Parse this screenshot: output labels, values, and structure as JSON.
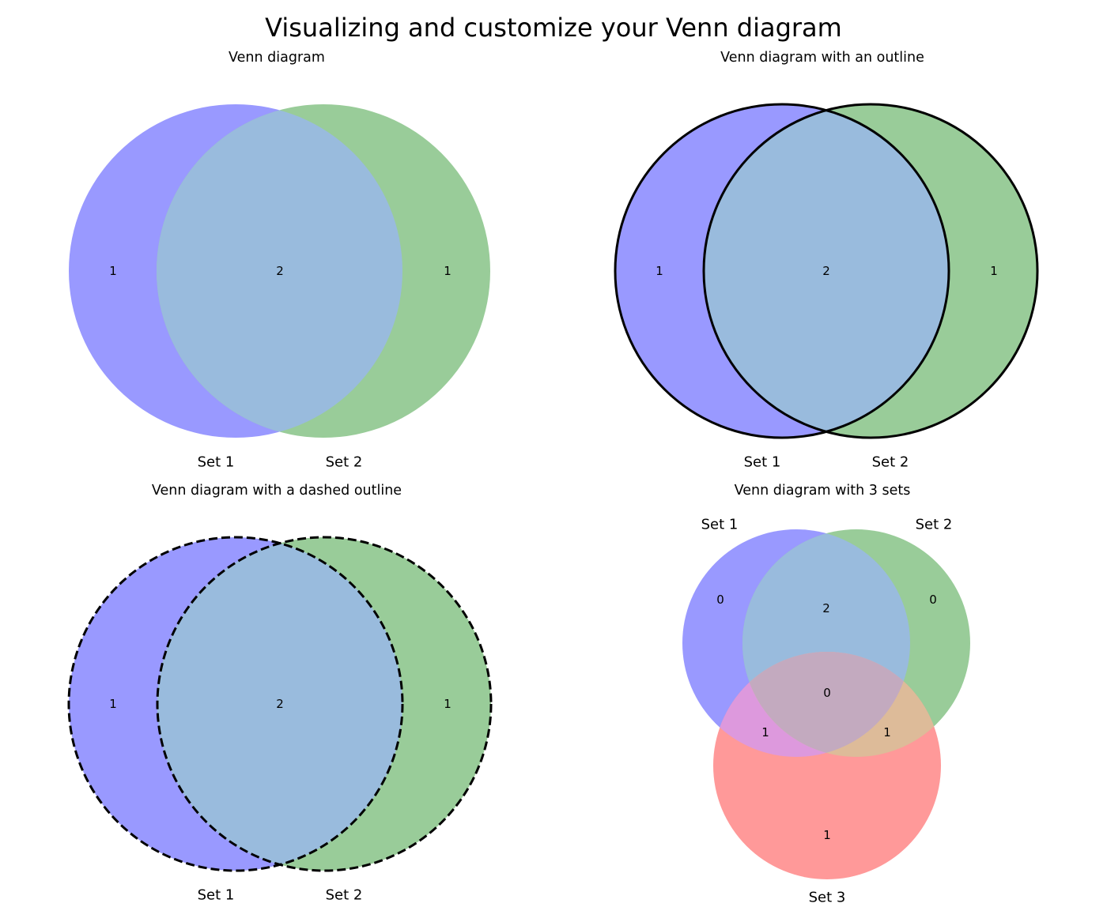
{
  "title": "Visualizing and customize your Venn diagram",
  "colors": {
    "set1": "#9999ff",
    "set2": "#99cc99",
    "overlap12": "#99bbdd",
    "set3": "#ff9999"
  },
  "panels": [
    {
      "title": "Venn diagram",
      "outline": "none",
      "labels": [
        "Set 1",
        "Set 2"
      ],
      "counts": {
        "only_1": "1",
        "both": "2",
        "only_2": "1"
      }
    },
    {
      "title": "Venn diagram with an outline",
      "outline": "solid",
      "labels": [
        "Set 1",
        "Set 2"
      ],
      "counts": {
        "only_1": "1",
        "both": "2",
        "only_2": "1"
      }
    },
    {
      "title": "Venn diagram with a dashed outline",
      "outline": "dashed",
      "labels": [
        "Set 1",
        "Set 2"
      ],
      "counts": {
        "only_1": "1",
        "both": "2",
        "only_2": "1"
      }
    },
    {
      "title": "Venn diagram with 3 sets",
      "outline": "none",
      "labels": [
        "Set 1",
        "Set 2",
        "Set 3"
      ],
      "counts": {
        "only_1": "0",
        "only_2": "0",
        "only_3": "1",
        "set1_set2": "2",
        "set1_set3": "1",
        "set2_set3": "1",
        "all_three": "0"
      }
    }
  ]
}
